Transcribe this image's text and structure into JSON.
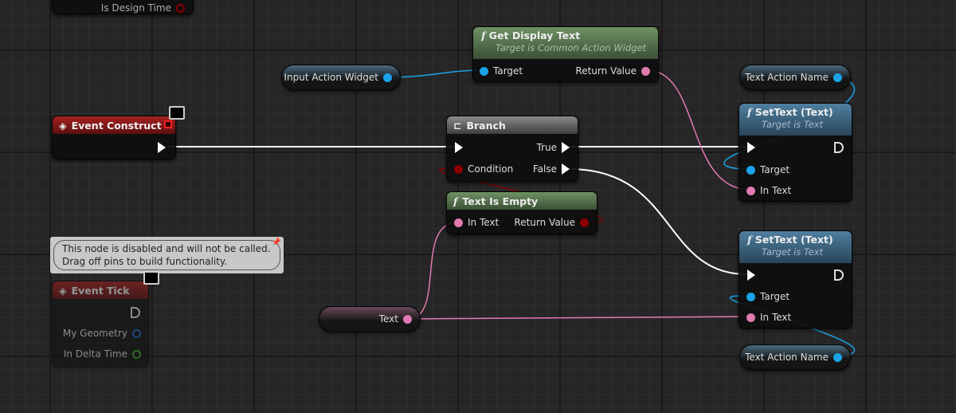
{
  "partial_node": {
    "pin": "Is Design Time"
  },
  "event_construct": {
    "title": "Event Construct"
  },
  "get_display_text": {
    "title": "Get Display Text",
    "subtitle": "Target is Common Action Widget",
    "target": "Target",
    "return": "Return Value"
  },
  "input_action_widget": {
    "label": "Input Action Widget"
  },
  "branch": {
    "title": "Branch",
    "condition": "Condition",
    "true": "True",
    "false": "False"
  },
  "text_is_empty": {
    "title": "Text Is Empty",
    "in": "In Text",
    "return": "Return Value"
  },
  "text_action_name_1": {
    "label": "Text Action Name"
  },
  "text_action_name_2": {
    "label": "Text Action Name"
  },
  "settext_1": {
    "title": "SetText (Text)",
    "subtitle": "Target is Text",
    "target": "Target",
    "in": "In Text"
  },
  "settext_2": {
    "title": "SetText (Text)",
    "subtitle": "Target is Text",
    "target": "Target",
    "in": "In Text"
  },
  "text_var": {
    "label": "Text"
  },
  "tooltip": {
    "line1": "This node is disabled and will not be called.",
    "line2": "Drag off pins to build functionality."
  },
  "event_tick": {
    "title": "Event Tick",
    "geometry": "My Geometry",
    "delta": "In Delta Time"
  },
  "colors": {
    "exec": "#ffffff",
    "object": "#1aa3e8",
    "text": "#e07ab0",
    "bool": "#8b0000",
    "event": "#a52020",
    "pure": "#6f9164",
    "impure": "#4f7fa0"
  }
}
